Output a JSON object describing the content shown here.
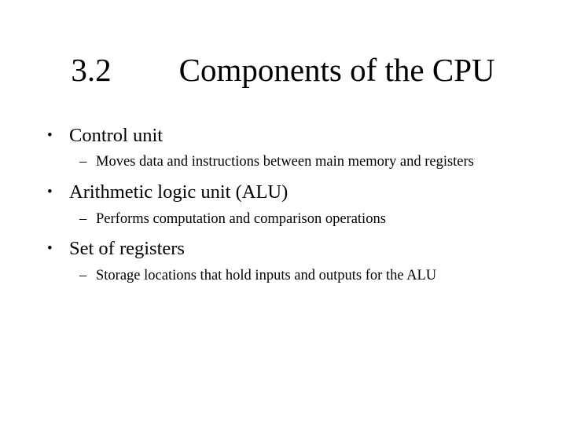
{
  "slide": {
    "background_color": "#ffffff",
    "text_color": "#000000",
    "title": {
      "number": "3.2",
      "heading": "Components of the CPU"
    },
    "bullets": [
      {
        "marker": "•",
        "text": "Control unit",
        "sub": [
          {
            "marker": "–",
            "text": "Moves data and instructions between main memory and registers"
          }
        ]
      },
      {
        "marker": "•",
        "text": "Arithmetic logic unit (ALU)",
        "sub": [
          {
            "marker": "–",
            "text": "Performs computation and comparison operations"
          }
        ]
      },
      {
        "marker": "•",
        "text": "Set of registers",
        "sub": [
          {
            "marker": "–",
            "text": "Storage locations that hold inputs and outputs for the ALU"
          }
        ]
      }
    ]
  }
}
